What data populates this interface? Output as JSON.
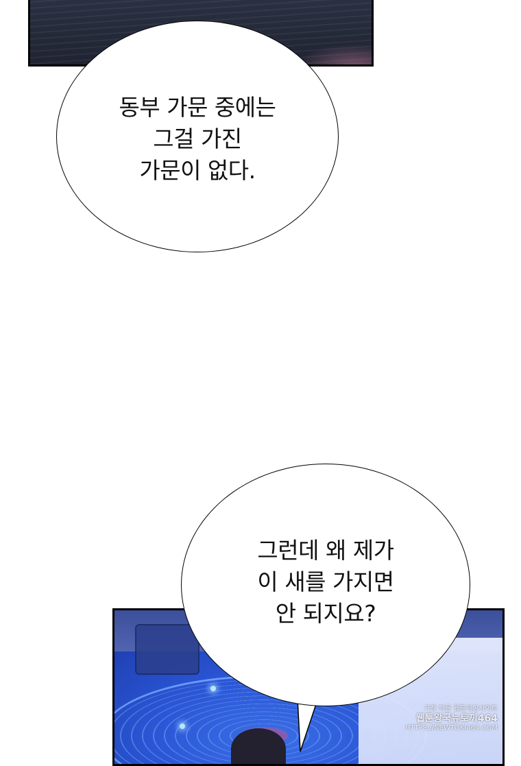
{
  "bubbles": [
    {
      "lines": [
        "동부 가문 중에는",
        "그걸 가진",
        "가문이 없다."
      ]
    },
    {
      "lines": [
        "그런데 왜 제가",
        "이 새를 가지면",
        "안 되지요?"
      ]
    }
  ],
  "watermark": {
    "line1": "가장 빠른 웹툰제공사이트",
    "line2": "웹툰왕국뉴토끼464",
    "line3": "HTTPS://NEWTOKI464.COM"
  },
  "colors": {
    "top_panel": "#262b3b",
    "bottom_panel": "#2a56d6",
    "bubble_fill": "#ffffff",
    "text": "#111111"
  }
}
